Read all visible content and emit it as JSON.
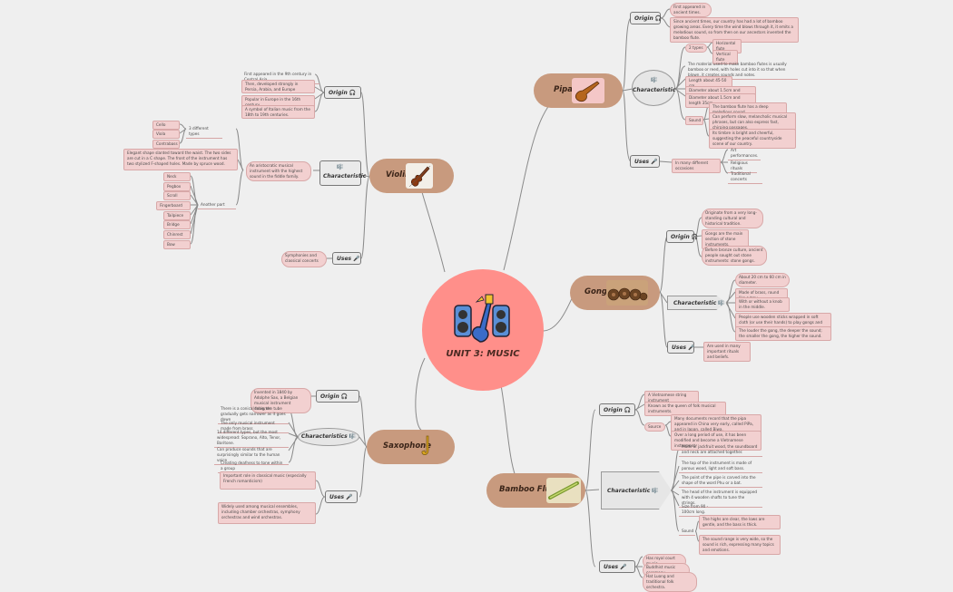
{
  "center": {
    "title": "UNIT 3: MUSIC"
  },
  "nodes": {
    "pipa": {
      "label": "Pipa",
      "origin": {
        "label": "Origin",
        "items": [
          "First appeared in ancient times.",
          "Since ancient times, our country has had a lot of bamboo growing areas. Every time the wind blows through it, it emits a melodious sound, so from then on our ancestors invented the bamboo flute."
        ]
      },
      "characteristic": {
        "label": "Characteristic",
        "types_label": "2 types",
        "types": [
          "Horizontal flute",
          "Vertical flute"
        ],
        "items": [
          "The material used to make bamboo flutes is usually bamboo or reed, with holes cut into it so that when blown, it creates sounds and notes.",
          "Length about 45-50 cm.",
          "Diameter about 1.5cm and length 30cm.",
          "Diameter about 1.5cm and length 35cm."
        ],
        "sound_label": "Sound",
        "sound": [
          "The bamboo flute has a deep melodious sound.",
          "Can perform slow, melancholic musical phrases, but can also express fast, chirping passages.",
          "Its timbre is bright and cheerful, suggesting the peaceful countryside scene of our country."
        ]
      },
      "uses": {
        "label": "Uses",
        "group": "In many different occasions",
        "items": [
          "Art performances.",
          "Religious rituals",
          "Traditional concerts"
        ]
      }
    },
    "gongs": {
      "label": "Gongs",
      "origin": {
        "label": "Origin",
        "items": [
          "Originate from a very long-standing cultural and historical tradition.",
          "Gongs are the main section of stone instruments.",
          "Before bronze culture, ancient people sought out stone instruments: stone gongs."
        ]
      },
      "characteristic": {
        "label": "Characteristic",
        "items": [
          "About 20 cm to 60 cm in diameter.",
          "Made of brass, round like a tray.",
          "With or without a knob in the middle.",
          "People use wooden sticks wrapped in soft cloth (or use their hands) to play gongs and gongs.",
          "The louder the gong, the deeper the sound; the smaller the gong, the higher the sound."
        ]
      },
      "uses": {
        "label": "Uses",
        "items": [
          "Are used in many important rituals and beliefs."
        ]
      }
    },
    "bamboo": {
      "label": "Bamboo Flute",
      "origin": {
        "label": "Origin",
        "items": [
          "A Vietnamese string instrument",
          "Known as the queen of folk musical instruments."
        ],
        "source_label": "Source",
        "source": [
          "Many documents record that the pipa appeared in China very early, called PiPa, and in Japan, called Biwa.",
          "Over a long period of use, it has been modified and become a Vietnamese instrument."
        ]
      },
      "characteristic": {
        "label": "Characteristic",
        "items": [
          "Made of jackfruit wood, the soundboard and neck are attached together.",
          "The top of the instrument is made of porous wood, light and soft bass.",
          "The point of the pipe is carved into the shape of the word Phu or a bat.",
          "The head of the instrument is equipped with 4 wooden shafts to tune the strings.",
          "Size from 90 - 100cm long."
        ],
        "sound_label": "Sound",
        "sound": [
          "The highs are clear, the lows are gentle, and the bass is thick.",
          "The sound range is very wide, so the sound is rich, expressing many topics and emotions."
        ]
      },
      "uses": {
        "label": "Uses",
        "items": [
          "Has royal court music.",
          "Buddhist music ceremony.",
          "Hat Luong and traditional folk orchestra."
        ]
      }
    },
    "saxophone": {
      "label": "Saxophone",
      "origin": {
        "label": "Origin",
        "items": [
          "Invented in 1840 by Adolphe Sax, a Belgian musical instrument designer."
        ]
      },
      "characteristics": {
        "label": "Characteristics",
        "items": [
          "There is a conical tube, the tube gradually gets narrower as it goes down",
          "The only musical instrument made from brass",
          "14 different types, but the most widespread: Soprano, Alto, Tenor, Baritone.",
          "Can produce sounds that are surprisingly similar to the human voice",
          "Creating deafness to tone within a group"
        ]
      },
      "uses": {
        "label": "Uses",
        "items": [
          "Important role in classical music (especially French romanticism)",
          "Widely used among musical ensembles, including chamber orchestras, symphony orchestras and wind orchestras."
        ]
      }
    },
    "violin": {
      "label": "Violin",
      "origin": {
        "label": "Origin",
        "items": [
          "First appeared in the 9th century in Central Asia",
          "Then, developed strongly in Persia, Arabia, and Europe",
          "Popular in Europe in the 16th century",
          "A symbol of Italian music from the 18th to 19th centuries."
        ]
      },
      "characteristic": {
        "label": "Characteristic",
        "summary": "An aristocratic musical instrument with the highest sound in the fiddle family.",
        "types_label": "3 different types",
        "types": [
          "Cello",
          "Viola",
          "Contrabass"
        ],
        "shape": "Elegant shape slanted toward the waist. The two sides are cut in a C shape. The front of the instrument has two stylized F-shaped holes. Made by spruce wood.",
        "parts_label": "Another part",
        "parts": [
          "Neck",
          "Pegbox",
          "Scroll",
          "Fingerboard",
          "Tailpiece",
          "Bridge",
          "Chinrest",
          "Bow"
        ]
      },
      "uses": {
        "label": "Uses",
        "items": [
          "Symphonies and classical concerts"
        ]
      }
    }
  },
  "icons": {
    "origin": "headphones-icon",
    "characteristic": "music-notes-icon",
    "uses": "microphone-icon"
  },
  "colors": {
    "background": "#efefef",
    "center": "#ff8f8a",
    "main_node": "#c89a7e",
    "leaf": "#f2d0d0",
    "line": "#8a8a8a"
  }
}
